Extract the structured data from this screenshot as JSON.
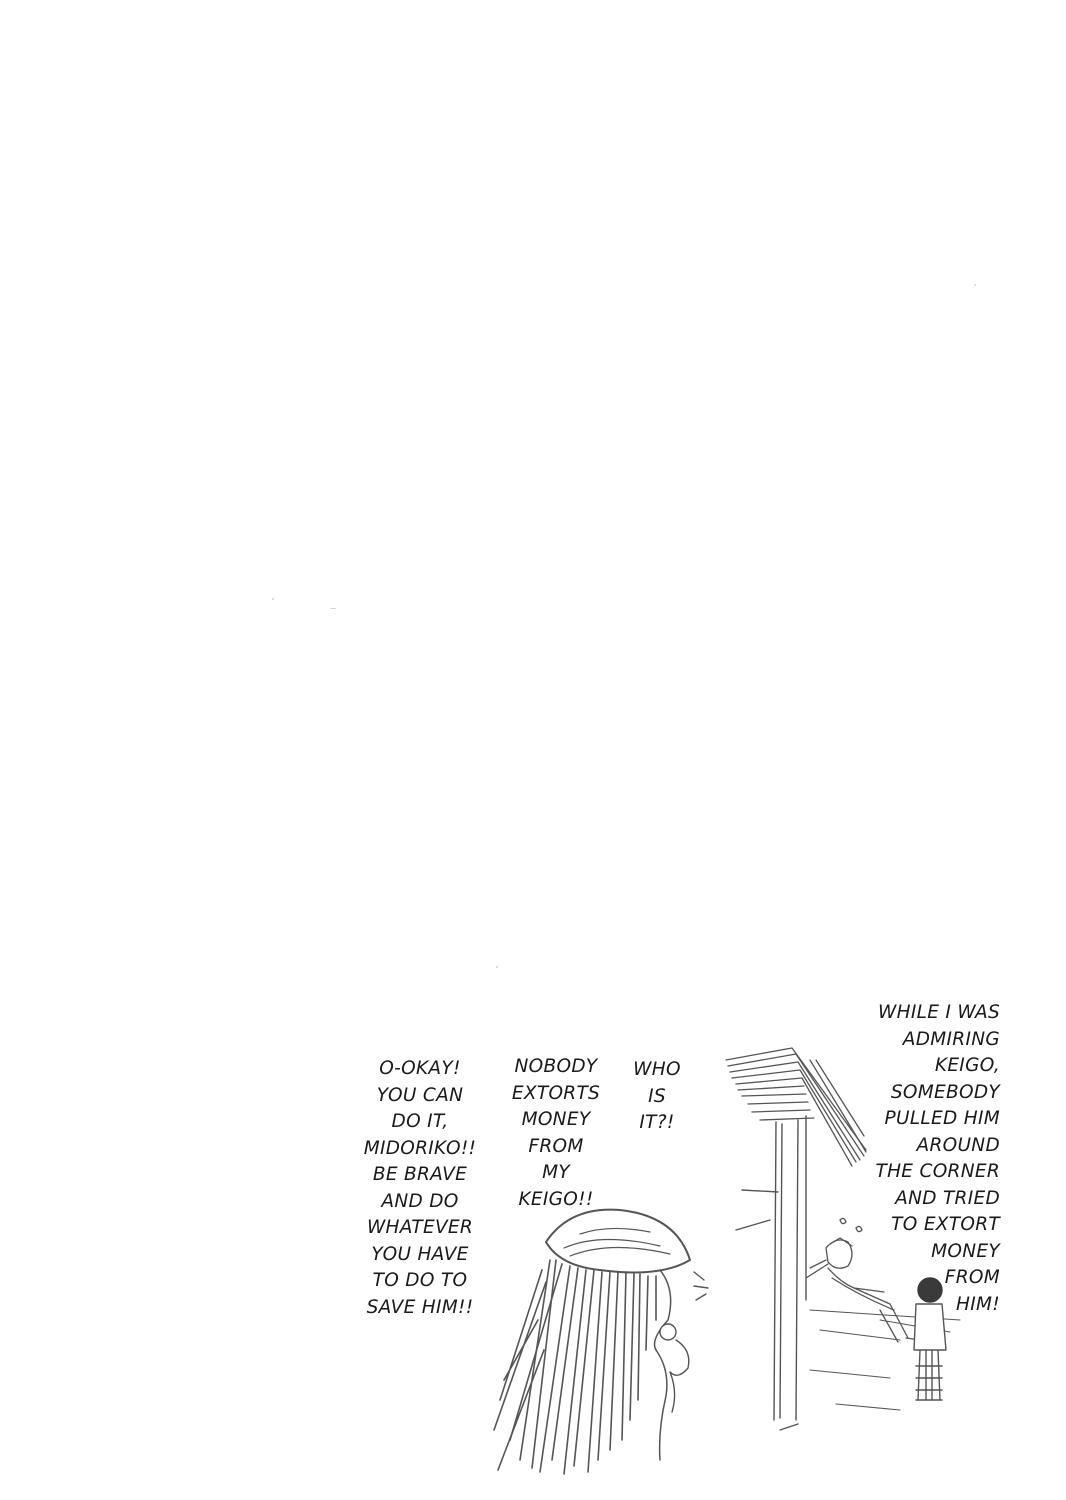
{
  "caption_whoisit": {
    "lines": [
      "WHO",
      "IS",
      "IT?!"
    ]
  },
  "caption_nobody": {
    "lines": [
      "NOBODY",
      "EXTORTS",
      "MONEY",
      "FROM",
      "MY",
      "KEIGO!!"
    ]
  },
  "caption_okay": {
    "lines": [
      "O-OKAY!",
      "YOU CAN",
      "DO IT,",
      "MIDORIKO!!",
      "BE BRAVE",
      "AND DO",
      "WHATEVER",
      "YOU HAVE",
      "TO DO TO",
      "SAVE HIM!!"
    ]
  },
  "caption_while": {
    "lines": [
      "WHILE I WAS",
      "ADMIRING",
      "KEIGO,",
      "SOMEBODY",
      "PULLED HIM",
      "AROUND",
      "THE CORNER",
      "AND TRIED",
      "TO EXTORT",
      "MONEY",
      "FROM",
      "HIM!"
    ]
  },
  "colors": {
    "ink": "#1a1a1a",
    "paper": "#ffffff",
    "pencil": "#555555"
  }
}
